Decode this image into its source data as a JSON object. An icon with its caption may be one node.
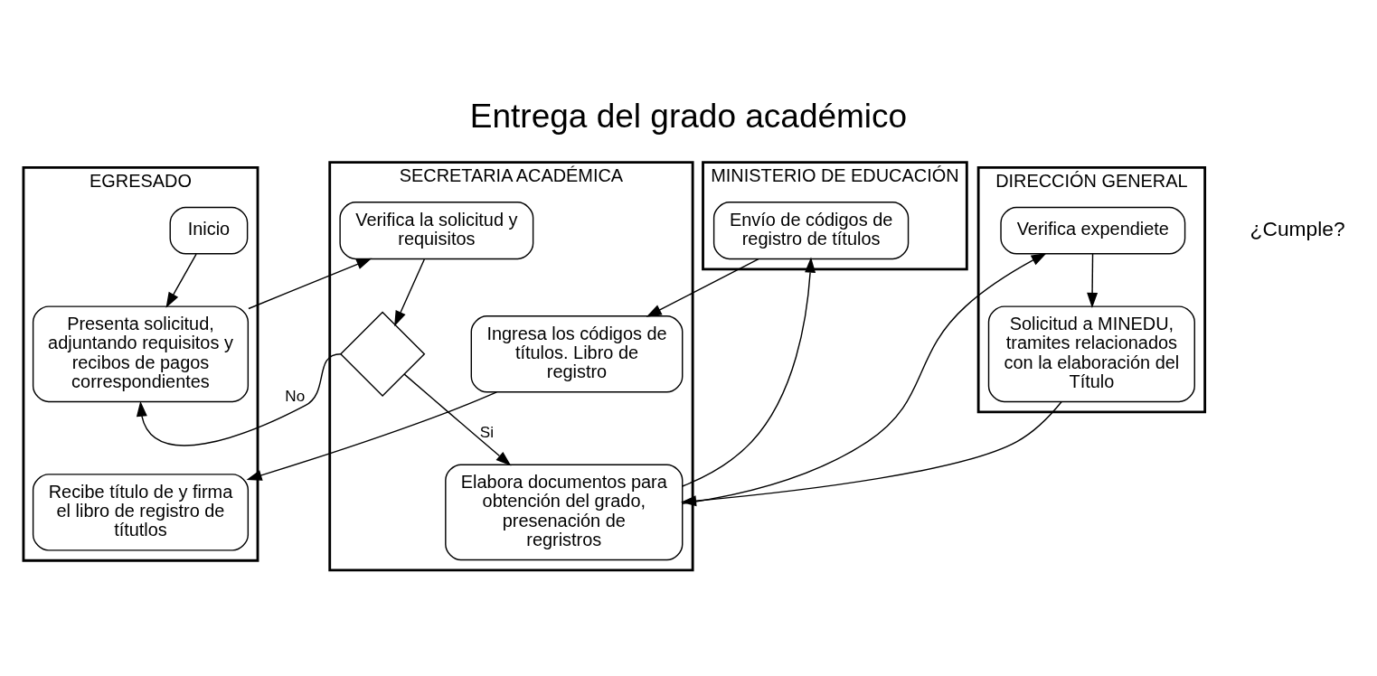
{
  "diagram": {
    "title": "Entrega del grado académico",
    "nodes": [
      {
        "text": [
          "EGRESADO"
        ]
      },
      {
        "text": [
          "SECRETARIA ACADÉMICA"
        ]
      },
      {
        "text": [
          "DIRECCIÓN GENERAL"
        ]
      },
      {
        "text": [
          "MINISTERIO DE EDUCACIÓN"
        ]
      },
      {
        "text": [
          "Inicio"
        ],
        "in": 0
      },
      {
        "text": [
          "Presenta solicitud, adjuntando requisitos y recibos de pagos correspondientes"
        ],
        "in": 0
      },
      {
        "text": [
          "Recibe título de y firma el libro de registro de títutlos"
        ],
        "in": 0
      },
      {
        "text": [
          "Verifica la solicitud y requisitos"
        ],
        "in": 1
      },
      {
        "text": [],
        "shape": "diamond",
        "in": 1
      },
      {
        "text": [
          "Elabora documentos para obtención del grado, presenación de regristros"
        ],
        "in": 1
      },
      {
        "text": [
          "Ingresa los códigos de títulos. Libro de registro"
        ],
        "in": 1
      },
      {
        "text": [
          "Verifica expendiete"
        ],
        "in": 2
      },
      {
        "text": [
          "Solicitud a MINEDU, tramites relacionados con la elaboración del Título"
        ],
        "in": 2
      },
      {
        "text": [
          "Envío de códigos de registro de títulos"
        ],
        "in": 3
      }
    ],
    "edges": [
      {
        "from": 4,
        "to": 5,
        "arrow": "to"
      },
      {
        "from": 5,
        "to": 7,
        "arrow": "to"
      },
      {
        "from": 7,
        "to": 8,
        "arrow": "to"
      },
      {
        "from": 8,
        "to": 9,
        "arrow": "to",
        "label": "Si"
      },
      {
        "from": 8,
        "to": 5,
        "arrow": "to",
        "label": "No"
      },
      {
        "from": 9,
        "to": 11,
        "arrow": "to"
      },
      {
        "from": 11,
        "to": 12,
        "arrow": "to"
      },
      {
        "from": 12,
        "to": 9,
        "arrow": "to"
      },
      {
        "from": 9,
        "to": 13,
        "arrow": "to"
      },
      {
        "from": 13,
        "to": 10,
        "arrow": "to"
      },
      {
        "from": 10,
        "to": 6,
        "arrow": "to"
      }
    ],
    "labels": [
      "¿Cumple?"
    ]
  }
}
